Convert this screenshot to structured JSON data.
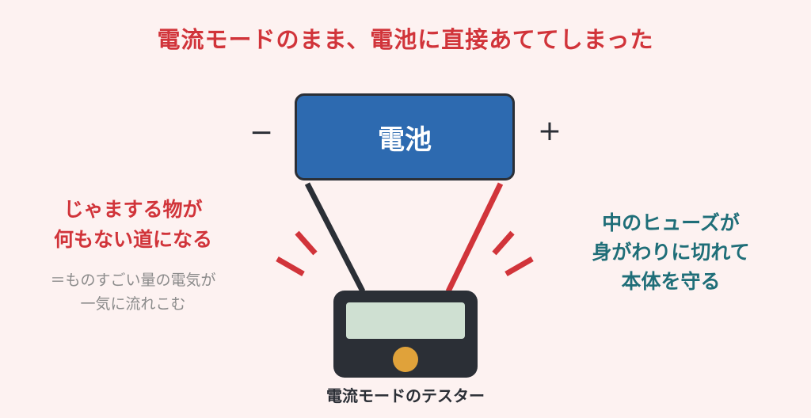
{
  "title": "電流モードのまま、電池に直接あててしまった",
  "battery": {
    "label": "電池",
    "minus_symbol": "−",
    "plus_symbol": "+",
    "color": "#2d6ab0"
  },
  "tester": {
    "label": "電流モードのテスター",
    "body_color": "#2b2f36",
    "screen_color": "#cfe0d2",
    "knob_color": "#e0a23a"
  },
  "left_note": {
    "lines": [
      "じゃまする物が",
      "何もない道になる"
    ],
    "sub_lines": [
      "＝ものすごい量の電気が",
      "一気に流れこむ"
    ],
    "color": "#d1343a"
  },
  "right_note": {
    "lines": [
      "中のヒューズが",
      "身がわりに切れて",
      "本体を守る"
    ],
    "color": "#1f6e78"
  },
  "wires": {
    "negative_color": "#2b2f36",
    "positive_color": "#d1343a"
  }
}
